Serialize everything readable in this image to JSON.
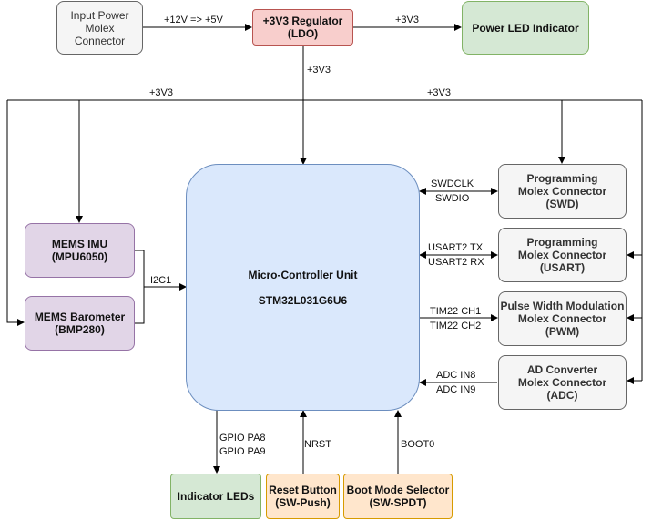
{
  "blocks": {
    "input_power": [
      "Input Power",
      "Molex",
      "Connector"
    ],
    "regulator": [
      "+3V3 Regulator",
      "(LDO)"
    ],
    "power_led": [
      "Power LED Indicator"
    ],
    "mcu_title": "Micro-Controller Unit",
    "mcu_part": "STM32L031G6U6",
    "imu": [
      "MEMS IMU",
      "(MPU6050)"
    ],
    "barometer": [
      "MEMS Barometer",
      "(BMP280)"
    ],
    "swd": [
      "Programming",
      "Molex Connector",
      "(SWD)"
    ],
    "usart": [
      "Programming",
      "Molex Connector",
      "(USART)"
    ],
    "pwm": [
      "Pulse Width Modulation",
      "Molex Connector",
      "(PWM)"
    ],
    "adc": [
      "AD Converter",
      "Molex Connector",
      "(ADC)"
    ],
    "leds": [
      "Indicator LEDs"
    ],
    "reset": [
      "Reset Button",
      "(SW-Push)"
    ],
    "boot": [
      "Boot Mode Selector",
      "(SW-SPDT)"
    ]
  },
  "labels": {
    "input_to_reg": "+12V => +5V",
    "reg_to_led": "+3V3",
    "reg_down": "+3V3",
    "rail_left": "+3V3",
    "rail_right": "+3V3",
    "i2c": "I2C1",
    "swd_1": "SWDCLK",
    "swd_2": "SWDIO",
    "usart_1": "USART2 TX",
    "usart_2": "USART2 RX",
    "pwm_1": "TIM22 CH1",
    "pwm_2": "TIM22 CH2",
    "adc_1": "ADC IN8",
    "adc_2": "ADC IN9",
    "gpio_1": "GPIO PA8",
    "gpio_2": "GPIO PA9",
    "nrst": "NRST",
    "boot0": "BOOT0"
  },
  "colors": {
    "line": "#000000",
    "grey_fill": "#f5f5f5",
    "red_fill": "#f8cecc",
    "green_fill": "#d5e8d4",
    "purple_fill": "#e1d5e7",
    "blue_fill": "#dae8fc",
    "orange_fill": "#ffe6cc"
  }
}
